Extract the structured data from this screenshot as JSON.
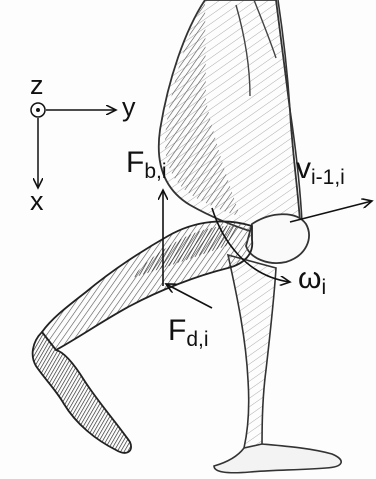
{
  "diagram": {
    "axes": {
      "z": "z",
      "y": "y",
      "x": "x"
    },
    "labels": {
      "f_b": {
        "main": "F",
        "sub": "b,i"
      },
      "v": {
        "main": "v",
        "sub": "i-1,i"
      },
      "omega": {
        "main": "ω",
        "sub": "i"
      },
      "f_d": {
        "main": "F",
        "sub": "d,i"
      }
    }
  }
}
